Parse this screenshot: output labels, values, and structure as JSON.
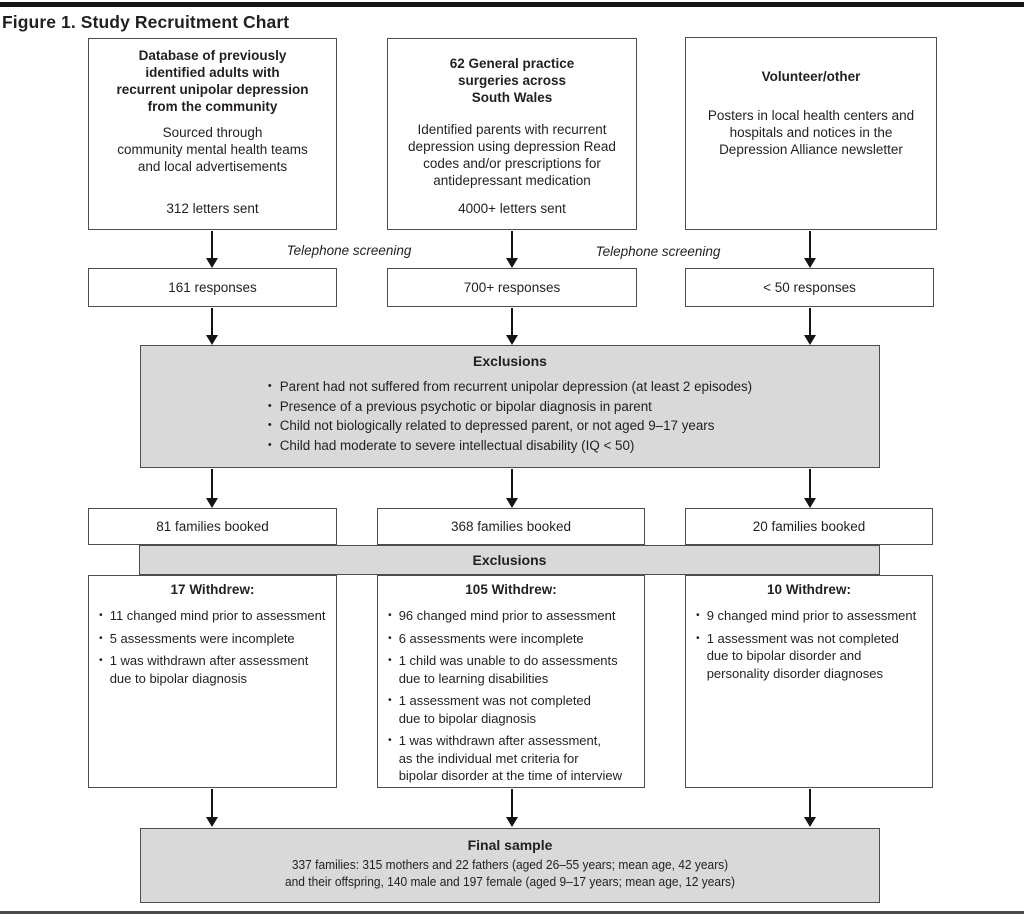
{
  "figure_title": "Figure 1. Study Recruitment Chart",
  "glyphs": {
    "bullet": "•"
  },
  "screening": [
    "Telephone screening",
    "Telephone screening"
  ],
  "columns": [
    {
      "source_title": "Database of previously\nidentified adults with\nrecurrent unipolar depression\nfrom the community",
      "source_body": "Sourced through\ncommunity mental health teams\nand local advertisements",
      "letters": "312 letters sent",
      "responses": "161 responses",
      "families_booked": "81 families booked",
      "withdrew": {
        "title": "17 Withdrew:",
        "items": [
          "11 changed mind prior to assessment",
          "5 assessments were incomplete",
          "1 was withdrawn after assessment\ndue to bipolar diagnosis"
        ]
      }
    },
    {
      "source_title": "62 General practice\nsurgeries across\nSouth Wales",
      "source_body": "Identified parents with recurrent\ndepression using depression Read\ncodes and/or prescriptions for\nantidepressant medication",
      "letters": "4000+ letters sent",
      "responses": "700+ responses",
      "families_booked": "368 families booked",
      "withdrew": {
        "title": "105 Withdrew:",
        "items": [
          "96 changed mind prior to assessment",
          "6 assessments were incomplete",
          "1 child was unable to do assessments\ndue to learning disabilities",
          "1 assessment was not completed\ndue to bipolar diagnosis",
          "1 was withdrawn after assessment,\nas the individual met criteria for\nbipolar disorder at the time of interview"
        ]
      }
    },
    {
      "source_title": "Volunteer/other",
      "source_body": "Posters in local health centers and\nhospitals and notices in the\nDepression Alliance newsletter",
      "letters": "",
      "responses": "< 50 responses",
      "families_booked": "20 families booked",
      "withdrew": {
        "title": "10 Withdrew:",
        "items": [
          "9 changed mind prior to assessment",
          "1 assessment was not completed\ndue to bipolar disorder and\npersonality disorder diagnoses"
        ]
      }
    }
  ],
  "exclusions": {
    "title": "Exclusions",
    "items": [
      "Parent had not suffered from recurrent unipolar depression (at least 2 episodes)",
      "Presence of a previous psychotic or bipolar diagnosis in parent",
      "Child not biologically related to depressed parent, or not aged 9–17 years",
      "Child had moderate to severe intellectual disability (IQ < 50)"
    ]
  },
  "exclusions_bar": {
    "title": "Exclusions"
  },
  "final_sample": {
    "title": "Final sample",
    "line1": "337 families: 315 mothers and 22 fathers (aged 26–55 years; mean age, 42 years)",
    "line2": "and their offspring, 140 male and 197 female (aged 9–17 years; mean age, 12 years)"
  },
  "colors": {
    "panel_gray": "#d9d9d9",
    "border": "#4d4d4e",
    "text": "#231f20",
    "rule": "#161616"
  }
}
